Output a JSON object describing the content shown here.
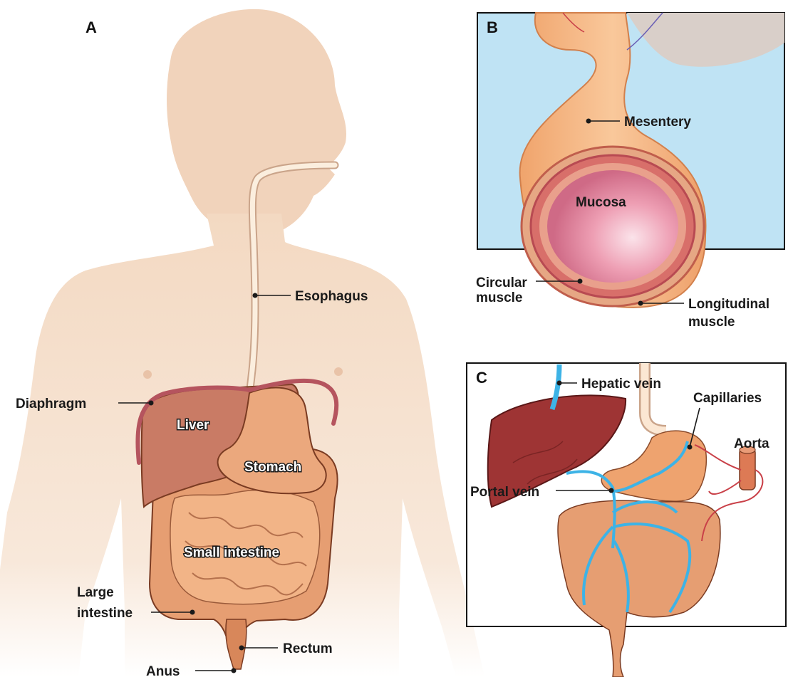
{
  "panel_a": {
    "letter": "A",
    "labels": {
      "esophagus": "Esophagus",
      "diaphragm": "Diaphragm",
      "liver": "Liver",
      "stomach": "Stomach",
      "small_intestine": "Small intestine",
      "large_intestine_line1": "Large",
      "large_intestine_line2": "intestine",
      "rectum": "Rectum",
      "anus": "Anus"
    }
  },
  "panel_b": {
    "letter": "B",
    "labels": {
      "mesentery": "Mesentery",
      "mucosa": "Mucosa",
      "circular_line1": "Circular",
      "circular_line2": "muscle",
      "longitudinal_line1": "Longitudinal",
      "longitudinal_line2": "muscle"
    }
  },
  "panel_c": {
    "letter": "C",
    "labels": {
      "hepatic_vein": "Hepatic vein",
      "capillaries": "Capillaries",
      "aorta": "Aorta",
      "portal_vein": "Portal vein"
    }
  },
  "colors": {
    "skin": "#f6e2d1",
    "organ": "#e9a477",
    "liver": "#c46a56",
    "liver_dark": "#8a2a22",
    "diaphragm": "#b5545e",
    "mucosa": "#e4889e",
    "panel_b_bg": "#bfe3f4",
    "vein_blue": "#3db3e6",
    "artery_red": "#c94048"
  }
}
